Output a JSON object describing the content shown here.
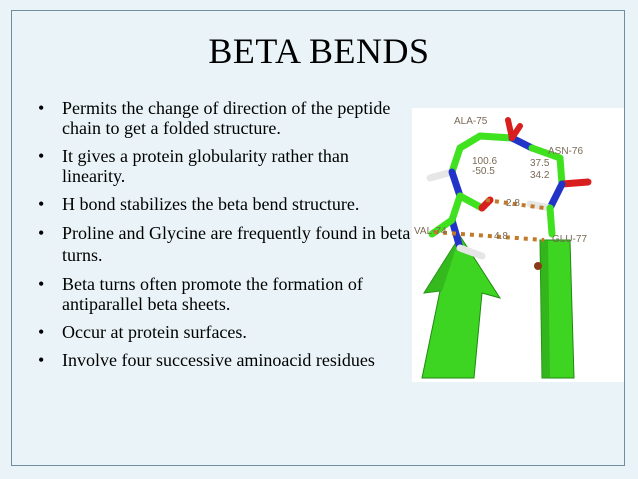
{
  "slide": {
    "title": "BETA BENDS",
    "bullets": [
      "Permits the change of direction of the peptide chain to get a folded structure.",
      "It gives a protein globularity rather than linearity.",
      "H  bond stabilizes the beta bend structure.",
      "Proline and Glycine are frequently found in beta turns.",
      "Beta turns often promote the formation of antiparallel beta sheets.",
      " Occur at protein surfaces.",
      " Involve four successive aminoacid residues"
    ],
    "bullet_glyph": "•"
  },
  "figure": {
    "residue_labels": [
      "ALA-75",
      "ASN-76",
      "VAL-74",
      "GLU-77"
    ],
    "angle_labels": [
      "100.6",
      "-50.5",
      "37.5",
      "34.2"
    ],
    "distance_labels": [
      "2.8",
      "4.8"
    ],
    "colors": {
      "strand": "#3dd422",
      "carbon": "#40e21f",
      "nitrogen": "#2233c8",
      "oxygen": "#d91e1e",
      "hydrogen": "#e6e6e6",
      "hbond": "#c07a2a"
    }
  }
}
